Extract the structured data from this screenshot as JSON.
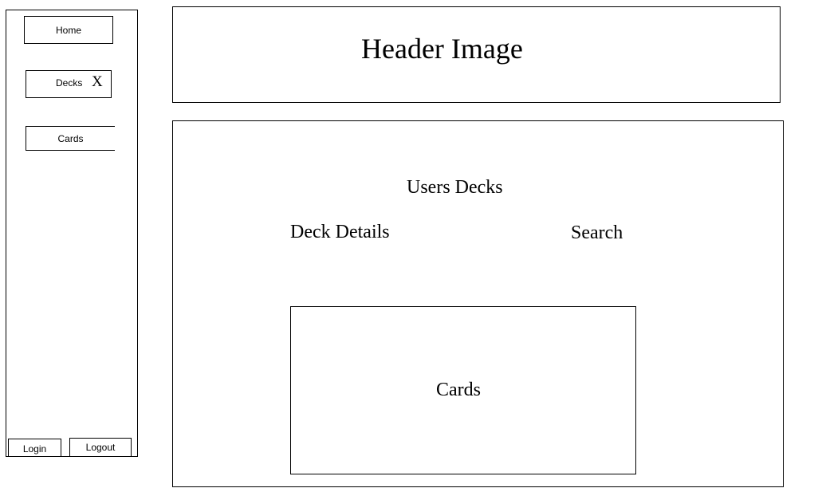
{
  "sidebar": {
    "nav": {
      "home": "Home",
      "decks": "Decks",
      "decks_close": "X",
      "cards": "Cards"
    },
    "auth": {
      "login": "Login",
      "logout": "Logout"
    }
  },
  "header": {
    "title": "Header Image"
  },
  "main": {
    "section_title": "Users Decks",
    "deck_details": "Deck Details",
    "search": "Search",
    "cards_panel_label": "Cards"
  },
  "icons": {
    "decks_close": "close-icon"
  }
}
